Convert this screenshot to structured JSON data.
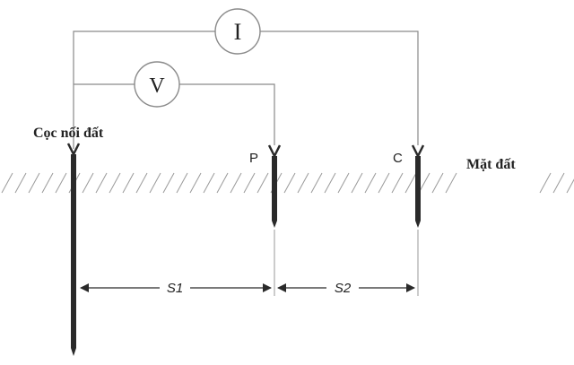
{
  "labels": {
    "ground_rod": "Cọc nối đất",
    "ground_surface": "Mặt đất",
    "probe_p": "P",
    "probe_c": "C",
    "distance_s1": "S1",
    "distance_s2": "S2"
  },
  "meters": {
    "current": "I",
    "voltage": "V"
  },
  "colors": {
    "line": "#8a8a8a",
    "rod": "#2a2a2a",
    "text": "#222222",
    "hatch": "#9a9a9a"
  }
}
